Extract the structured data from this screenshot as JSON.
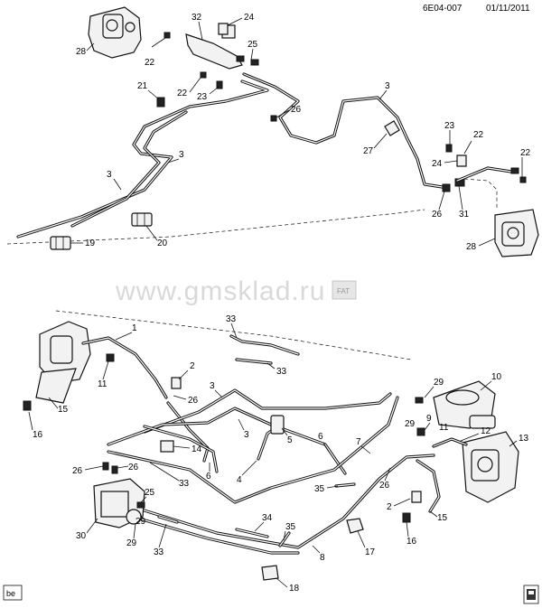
{
  "header": {
    "diagram_id": "6E04-007",
    "date": "01/11/2011"
  },
  "watermark": {
    "text": "www.gmsklad.ru",
    "badge": "FAT"
  },
  "corner_tag": "be",
  "callouts": {
    "c1": "1",
    "c2a": "2",
    "c2b": "2",
    "c3a": "3",
    "c3b": "3",
    "c3c": "3",
    "c3d": "3",
    "c3e": "3",
    "c4": "4",
    "c5": "5",
    "c6a": "6",
    "c6b": "6",
    "c7": "7",
    "c8": "8",
    "c9": "9",
    "c10": "10",
    "c11a": "11",
    "c11b": "11",
    "c12": "12",
    "c13": "13",
    "c14": "14",
    "c15a": "15",
    "c15b": "15",
    "c16a": "16",
    "c16b": "16",
    "c17": "17",
    "c18": "18",
    "c19": "19",
    "c20": "20",
    "c21": "21",
    "c22a": "22",
    "c22b": "22",
    "c22c": "22",
    "c22d": "22",
    "c23a": "23",
    "c23b": "23",
    "c24a": "24",
    "c24b": "24",
    "c25a": "25",
    "c25b": "25",
    "c26a": "26",
    "c26b": "26",
    "c26c": "26",
    "c26d": "26",
    "c26e": "26",
    "c26f": "26",
    "c27": "27",
    "c28a": "28",
    "c28b": "28",
    "c29a": "29",
    "c29b": "29",
    "c29c": "29",
    "c30": "30",
    "c31": "31",
    "c32": "32",
    "c33a": "33",
    "c33b": "33",
    "c33c": "33",
    "c33d": "33",
    "c34": "34",
    "c35a": "35",
    "c35b": "35"
  }
}
